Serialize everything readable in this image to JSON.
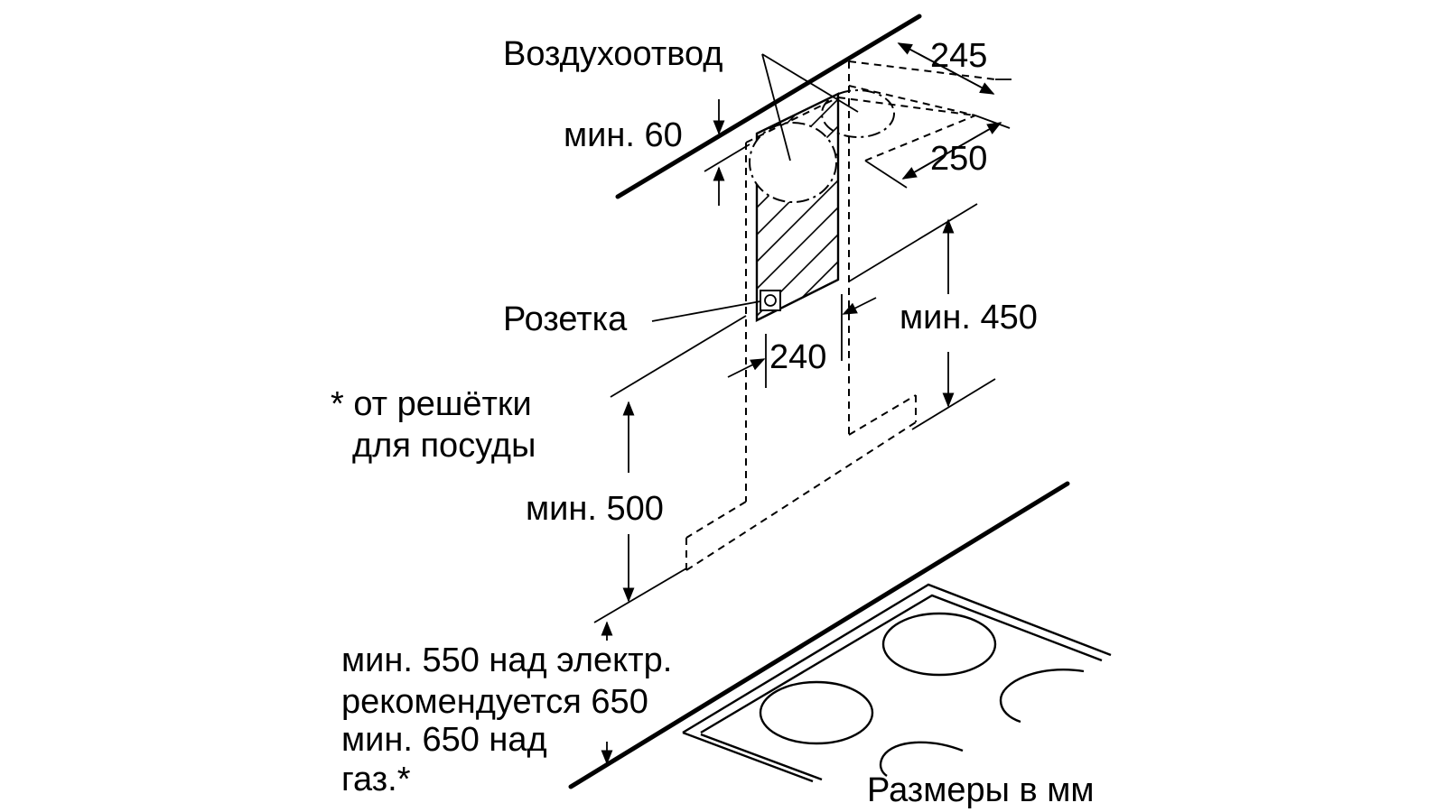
{
  "labels": {
    "air_duct": "Воздухоотвод",
    "dim_245": "245",
    "dim_250": "250",
    "min_60": "мин. 60",
    "socket": "Розетка",
    "dim_240": "240",
    "min_450": "мин. 450",
    "note_line1": "* от решётки",
    "note_line2": "для посуды",
    "min_500": "мин. 500",
    "install_line1": "мин. 550 над электр.",
    "install_line2": "рекомендуется 650",
    "install_line3": "мин. 650 над",
    "install_line4": "газ.*",
    "units": "Размеры в мм"
  },
  "colors": {
    "line": "#000000",
    "background": "#ffffff"
  }
}
